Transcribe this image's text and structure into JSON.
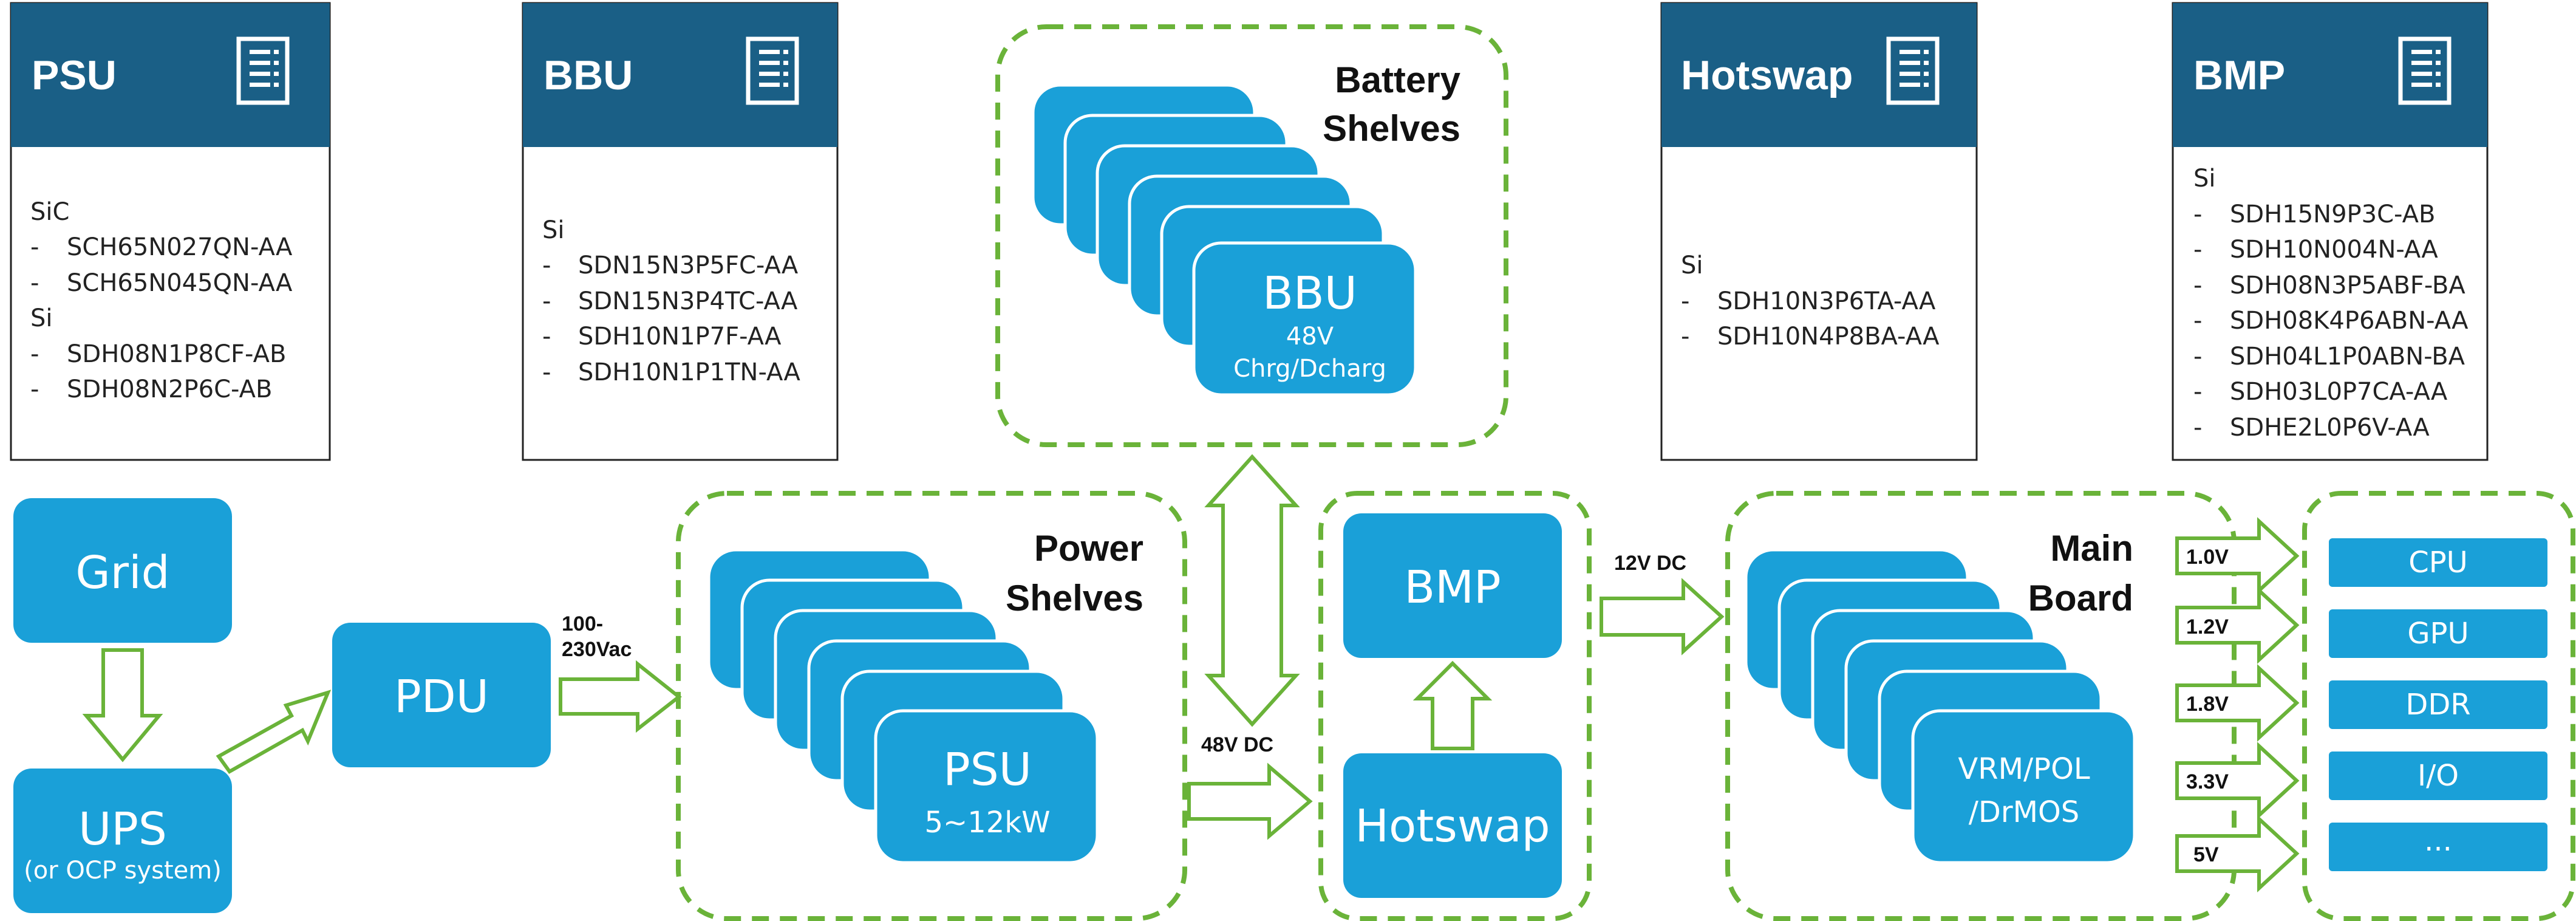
{
  "colors": {
    "header_navy": "#1a5f86",
    "block_blue": "#1aa0d8",
    "dash_green": "#6ab339",
    "arrow_green": "#6ab339",
    "card_border": "#222222",
    "text_white": "#ffffff"
  },
  "cards": {
    "psu": {
      "title": "PSU",
      "icon": "document-list-icon",
      "lines": [
        "SiC",
        "-",
        "SCH65N027QN-AA",
        "-",
        "SCH65N045QN-AA",
        "Si",
        "-",
        "SDH08N1P8CF-AB",
        "-",
        "SDH08N2P6C-AB"
      ]
    },
    "bbu": {
      "title": "BBU",
      "icon": "document-list-icon",
      "lines": [
        "Si",
        "-",
        "SDN15N3P5FC-AA",
        "-",
        "SDN15N3P4TC-AA",
        "-",
        "SDH10N1P7F-AA",
        "-",
        "SDH10N1P1TN-AA"
      ]
    },
    "hotswap": {
      "title": "Hotswap",
      "icon": "document-list-icon",
      "lines": [
        "Si",
        "-",
        "SDH10N3P6TA-AA",
        "-",
        "SDH10N4P8BA-AA"
      ]
    },
    "bmp": {
      "title": "BMP",
      "icon": "document-list-icon",
      "lines": [
        "Si",
        "-",
        "SDH15N9P3C-AB",
        "-",
        "SDH10N004N-AA",
        "-",
        "SDH08N3P5ABF-BA",
        "-",
        "SDH08K4P6ABN-AA",
        "-",
        "SDH04L1P0ABN-BA",
        "-",
        "SDH03L0P7CA-AA",
        "-",
        "SDHE2L0P6V-AA"
      ]
    }
  },
  "blocks": {
    "grid": "Grid",
    "ups": "UPS",
    "ups_sub": "(or OCP system)",
    "pdu": "PDU",
    "psu": "PSU",
    "psu_sub": "5~12kW",
    "bbu": "BBU",
    "bbu_sub1": "48V",
    "bbu_sub2": "Chrg/Dcharg",
    "bmp": "BMP",
    "hotswap": "Hotswap",
    "vrm1": "VRM/POL",
    "vrm2": "/DrMOS"
  },
  "groups": {
    "battery_1": "Battery",
    "battery_2": "Shelves",
    "power_1": "Power",
    "power_2": "Shelves",
    "main_1": "Main",
    "main_2": "Board"
  },
  "labels": {
    "ac_1": "100-",
    "ac_2": "230Vac",
    "dc48": "48V DC",
    "dc12": "12V DC"
  },
  "rails": [
    "1.0V",
    "1.2V",
    "1.8V",
    "3.3V",
    "5V"
  ],
  "outputs": [
    "CPU",
    "GPU",
    "DDR",
    "I/O",
    "..."
  ]
}
